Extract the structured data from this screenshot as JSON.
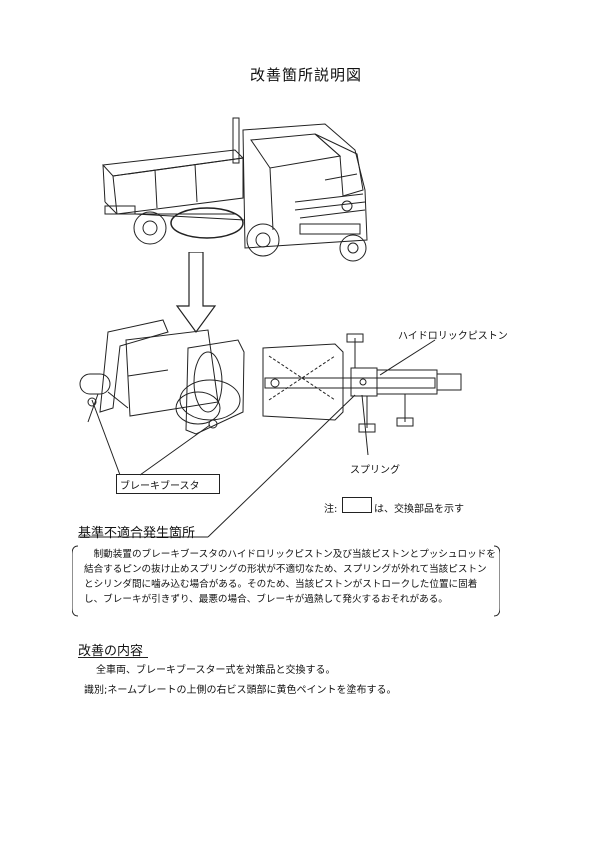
{
  "document": {
    "title": "改善箇所説明図",
    "callouts": {
      "hydraulic_piston": "ハイドロリックピストン",
      "spring": "スプリング",
      "brake_booster": "ブレーキブースタ"
    },
    "note": {
      "prefix": "注:",
      "suffix": "は、交換部品を示す"
    },
    "section_defect": {
      "heading": "基準不適合発生箇所",
      "text": "制動装置のブレーキブースタのハイドロリックピストン及び当該ピストンとプッシュロッドを結合するピンの抜け止めスプリングの形状が不適切なため、スプリングが外れて当該ピストンとシリンダ間に噛み込む場合がある。そのため、当該ピストンがストロークした位置に固着し、ブレーキが引きずり、最悪の場合、ブレーキが過熱して発火するおそれがある。"
    },
    "section_fix": {
      "heading": "改善の内容",
      "line1": "全車両、ブレーキブースター式を対策品と交換する。",
      "line2": "識別;ネームプレートの上側の右ビス頭部に黄色ペイントを塗布する。"
    }
  }
}
